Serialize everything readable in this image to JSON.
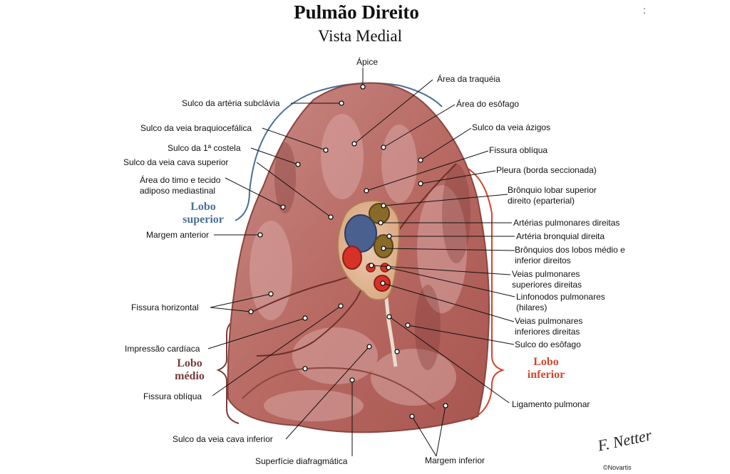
{
  "title": "Pulmão Direito",
  "subtitle": "Vista Medial",
  "corner_mark": ":",
  "lobes": {
    "superior": "Lobo superior",
    "medio": "Lobo médio",
    "inferior": "Lobo inferior"
  },
  "lobe_colors": {
    "superior": "#4a6f9a",
    "medio": "#7a3b3b",
    "inferior": "#d2462c"
  },
  "labels": {
    "apice": "Ápice",
    "traqueia": "Área da traquéia",
    "esofago_area": "Área do esôfago",
    "sulco_azigos": "Sulco da veia ázigos",
    "fissura_obliqua_top": "Fissura oblíqua",
    "pleura": "Pleura (borda seccionada)",
    "bronquio_lobar": "Brônquio lobar superior direito (eparterial)",
    "arterias_pulmonares": "Artérias pulmonares direitas",
    "arteria_bronquial": "Artéria bronquial direita",
    "bronquios_lobos": "Brônquios dos lobos médio e inferior direitos",
    "veias_superiores": "Veias pulmonares superiores direitas",
    "linfonodos": "Linfonodos pulmonares (hilares)",
    "veias_inferiores": "Veias pulmonares inferiores direitas",
    "sulco_esofago": "Sulco do esôfago",
    "ligamento": "Ligamento pulmonar",
    "margem_inferior": "Margem inferior",
    "superficie_diafragmatica": "Superfície diafragmática",
    "sulco_cava_inferior": "Sulco da veia cava inferior",
    "fissura_obliqua_left": "Fissura oblíqua",
    "impressao_cardiaca": "Impressão cardíaca",
    "fissura_horizontal": "Fissura horizontal",
    "margem_anterior": "Margem anterior",
    "area_timo": "Área do timo e tecido adiposo mediastinal",
    "sulco_cava_superior": "Sulco da veia cava superior",
    "sulco_costela": "Sulco da 1ª costela",
    "sulco_braquiocefalica": "Sulco da veia braquiocefálica",
    "sulco_subclavia": "Sulco da artéria subclávia"
  },
  "signature": "F. Netter",
  "copyright": "©Novartis"
}
